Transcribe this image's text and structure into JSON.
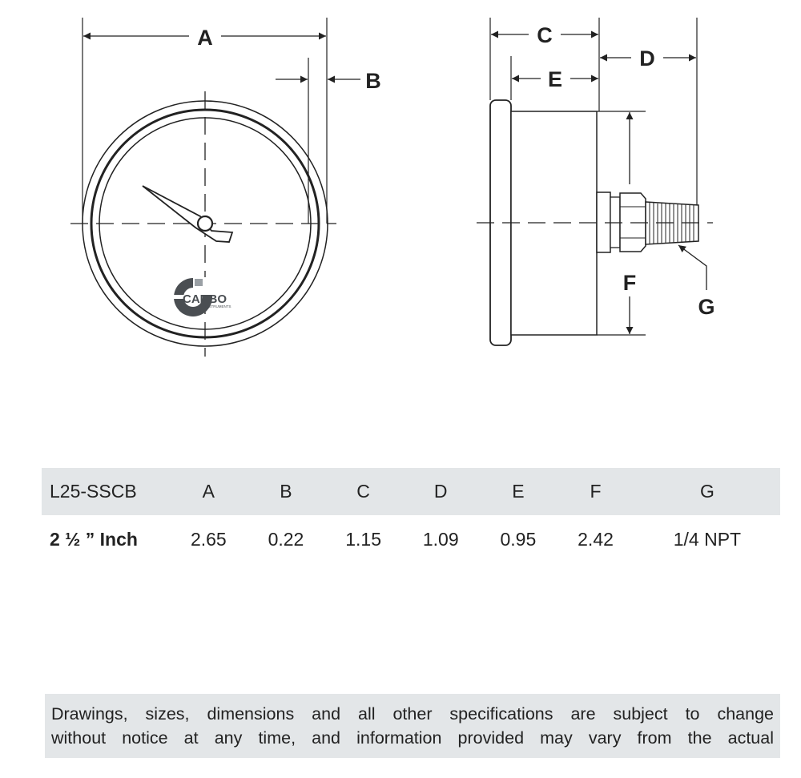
{
  "dimension_labels": {
    "a": "A",
    "b": "B",
    "c": "C",
    "d": "D",
    "e": "E",
    "f": "F",
    "g": "G"
  },
  "logo": {
    "name": "CARBO",
    "subtitle": "INSTRUMENTS",
    "icon": "carbo-logo-icon"
  },
  "table": {
    "header": [
      "L25-SSCB",
      "A",
      "B",
      "C",
      "D",
      "E",
      "F",
      "G"
    ],
    "row": [
      "2 ½ ” Inch",
      "2.65",
      "0.22",
      "1.15",
      "1.09",
      "0.95",
      "2.42",
      "1/4 NPT"
    ]
  },
  "disclaimer": {
    "line1": "Drawings, sizes, dimensions and all other specifications are subject to change",
    "line2": "without notice at any time, and information provided may vary from the actual"
  },
  "colors": {
    "band": "#e3e6e8",
    "line": "#222222",
    "logo_dark": "#4a4e52",
    "logo_light": "#9aa0a5"
  }
}
